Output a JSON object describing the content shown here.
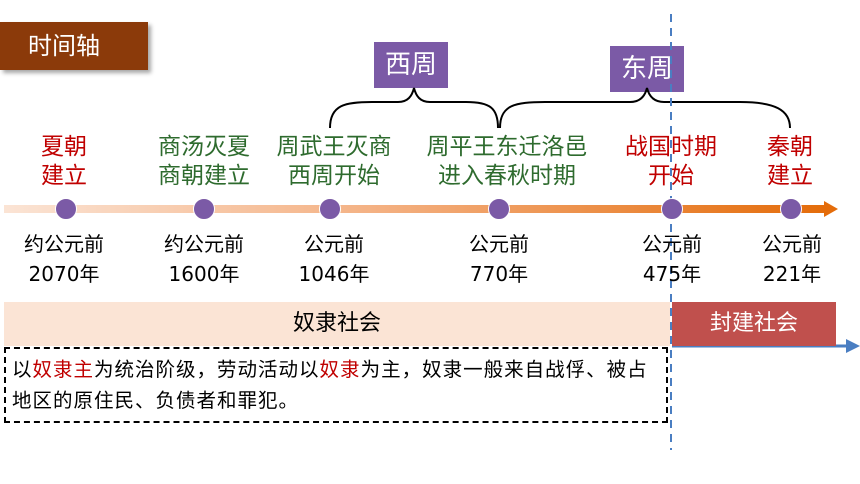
{
  "title": "时间轴",
  "periods": [
    {
      "label": "西周"
    },
    {
      "label": "东周"
    }
  ],
  "events": [
    {
      "line1": "夏朝",
      "line2": "建立",
      "date1": "约公元前",
      "date2": "2070年"
    },
    {
      "line1": "商汤灭夏",
      "line2": "商朝建立",
      "date1": "约公元前",
      "date2": "1600年"
    },
    {
      "line1": "周武王灭商",
      "line2": "西周开始",
      "date1": "公元前",
      "date2": "1046年"
    },
    {
      "line1": "周平王东迁洛邑",
      "line2": "进入春秋时期",
      "date1": "公元前",
      "date2": "770年"
    },
    {
      "line1": "战国时期",
      "line2": "开始",
      "date1": "公元前",
      "date2": "475年"
    },
    {
      "line1": "秦朝",
      "line2": "建立",
      "date1": "公元前",
      "date2": "221年"
    }
  ],
  "societies": {
    "slave": "奴隶社会",
    "feudal": "封建社会"
  },
  "description": {
    "p1": "以",
    "p2": "奴隶主",
    "p3": "为统治阶级，劳动活动以",
    "p4": "奴隶",
    "p5": "为主，奴隶一般来自战俘、被占地区的原住民、负债者和罪犯。"
  },
  "colors": {
    "title_bg": "#8b3a0a",
    "period_bg": "#7b5aa6",
    "dot": "#7b5aa6",
    "arrow_start": "#fbe4d5",
    "arrow_end": "#e46c0a",
    "slave_bg": "#fbe4d5",
    "feudal_bg": "#c0504d",
    "divider": "#4a7ec2"
  }
}
